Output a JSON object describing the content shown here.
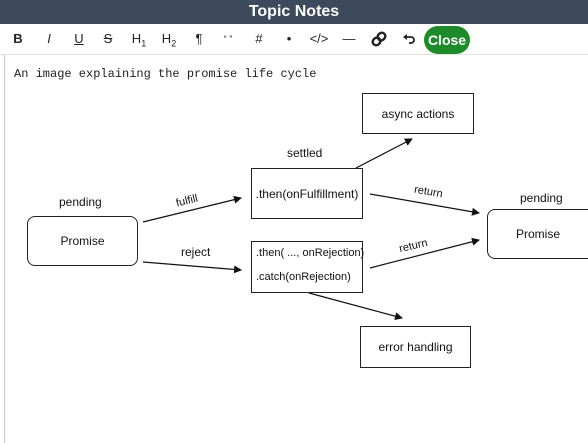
{
  "window": {
    "title": "Topic Notes"
  },
  "toolbar": {
    "bold": "B",
    "italic": "I",
    "underline": "U",
    "strike": "S",
    "h1": "H",
    "h1_sub": "1",
    "h2": "H",
    "h2_sub": "2",
    "paragraph": "¶",
    "quote": "“ ”",
    "hash": "#",
    "bullet": "•",
    "code": "</>",
    "hr": "—",
    "link_icon": "link-icon",
    "undo_icon": "undo-icon",
    "close": "Close"
  },
  "note": {
    "text": "An image explaining the promise life cycle"
  },
  "diagram": {
    "pending_left": "pending",
    "promise_left": "Promise",
    "fulfill": "fulfill",
    "reject": "reject",
    "settled": "settled",
    "then_fulfill": ".then(onFulfillment)",
    "then_reject": ".then( ..., onRejection)",
    "catch_reject": ".catch(onRejection)",
    "async_actions": "async actions",
    "error_handling": "error handling",
    "return_top": "return",
    "return_bottom": "return",
    "pending_right": "pending",
    "promise_right": "Promise"
  },
  "colors": {
    "title_bar": "#3c4a5c",
    "close_button": "#1e8b2a"
  }
}
